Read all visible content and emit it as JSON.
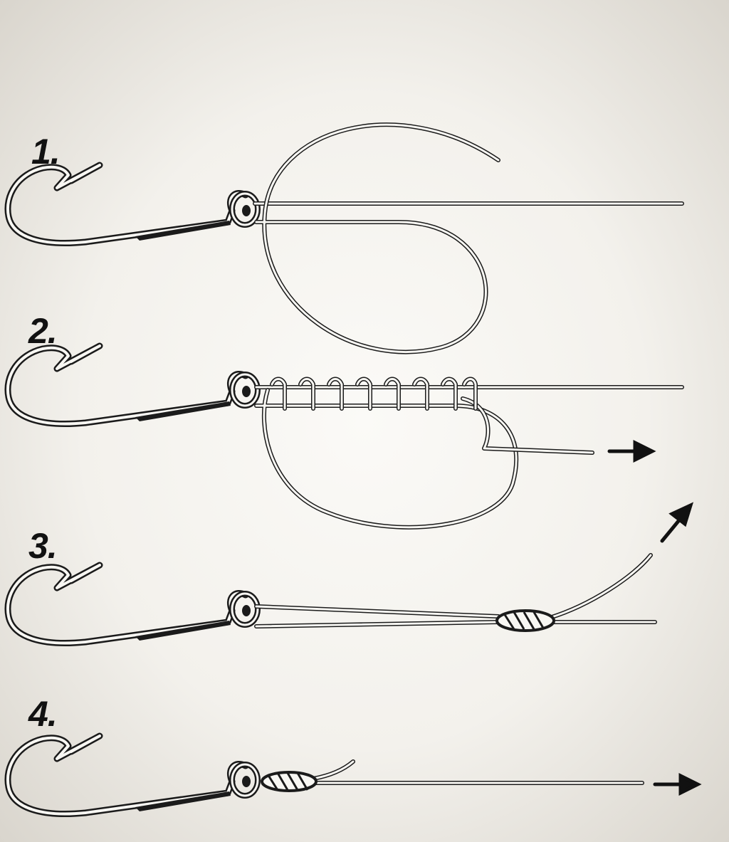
{
  "steps": [
    {
      "label": "1."
    },
    {
      "label": "2."
    },
    {
      "label": "3."
    },
    {
      "label": "4."
    }
  ]
}
